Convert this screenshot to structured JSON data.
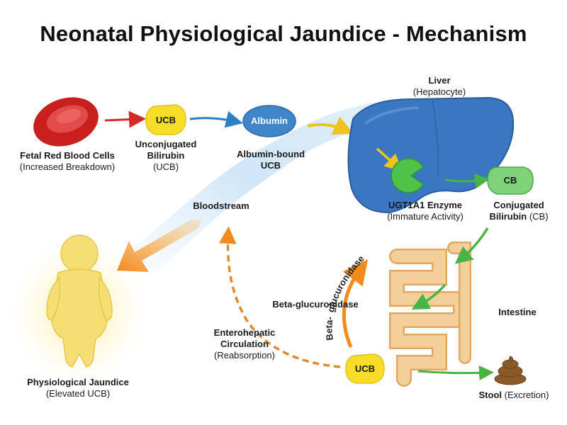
{
  "title": "Neonatal Physiological Jaundice - Mechanism",
  "nodes": {
    "rbc": {
      "name": "Fetal Red Blood Cells",
      "detail": "(Increased Breakdown)"
    },
    "ucb": {
      "badge": "UCB",
      "name1": "Unconjugated",
      "name2": "Bilirubin",
      "detail": "(UCB)"
    },
    "albumin": {
      "badge": "Albumin",
      "name1": "Albumin-bound",
      "name2": "UCB"
    },
    "liver": {
      "name": "Liver",
      "detail": "(Hepatocyte)"
    },
    "enzyme": {
      "name": "UGT1A1 Enzyme",
      "detail": "(Immature Activity)"
    },
    "cb": {
      "badge": "CB",
      "name1": "Conjugated",
      "name2": "Bilirubin",
      "detail2": "(CB)"
    },
    "intestine": {
      "name": "Intestine"
    },
    "beta": {
      "arc1": "Beta-",
      "arc2": "glucuronidase",
      "label": "Beta-glucuronidase"
    },
    "ucb2": {
      "badge": "UCB"
    },
    "stool": {
      "name": "Stool",
      "detail": "(Excretion)"
    },
    "enterohepatic": {
      "line1": "Enterohepatic",
      "line2": "Circulation",
      "line3": "(Reabsorption)"
    },
    "bloodstream": {
      "name": "Bloodstream"
    },
    "baby": {
      "name": "Physiological Jaundice",
      "detail": "(Elevated UCB)"
    }
  },
  "colors": {
    "rbc": "#d62a2a",
    "ucb": "#f7dc2a",
    "albumin": "#3f86c8",
    "liver": "#3b76c0",
    "enzyme": "#4fc24a",
    "cb": "#7fd27a",
    "intestine": "#f3cf9a",
    "baby": "#f5df73",
    "arrow_orange": "#f28a1c",
    "arrow_green": "#47b443",
    "bloodstream": "#cfe6f7"
  }
}
